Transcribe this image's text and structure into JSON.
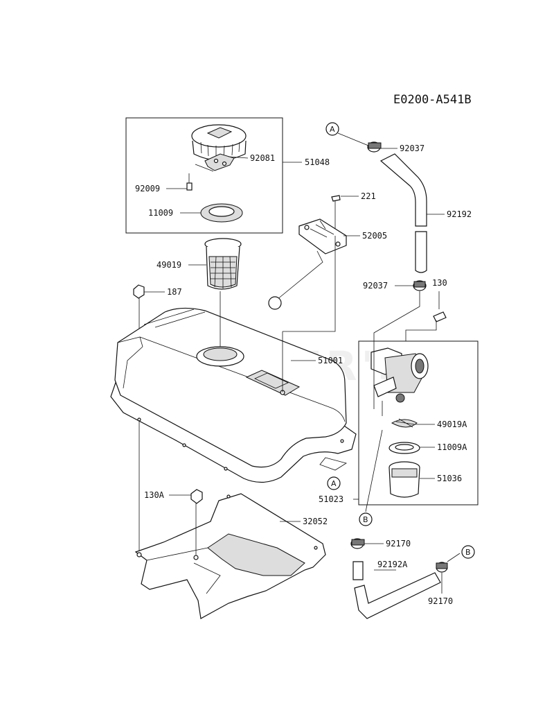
{
  "diagram_code": "E0200-A541B",
  "watermark": "CURLER'S",
  "parts": {
    "p51048": "51048",
    "p92081": "92081",
    "p92009": "92009",
    "p11009": "11009",
    "p49019": "49019",
    "p187": "187",
    "p221": "221",
    "p52005": "52005",
    "p51001": "51001",
    "p92037_top": "92037",
    "p92192": "92192",
    "p92037_mid": "92037",
    "p130": "130",
    "p49019A": "49019A",
    "p11009A": "11009A",
    "p51036": "51036",
    "p51023": "51023",
    "p130A": "130A",
    "p32052": "32052",
    "p92170_top": "92170",
    "p92192A": "92192A",
    "p92170_bot": "92170"
  },
  "callouts": {
    "a_top": "A",
    "a_tank": "A",
    "b_valve": "B",
    "b_hose": "B"
  }
}
